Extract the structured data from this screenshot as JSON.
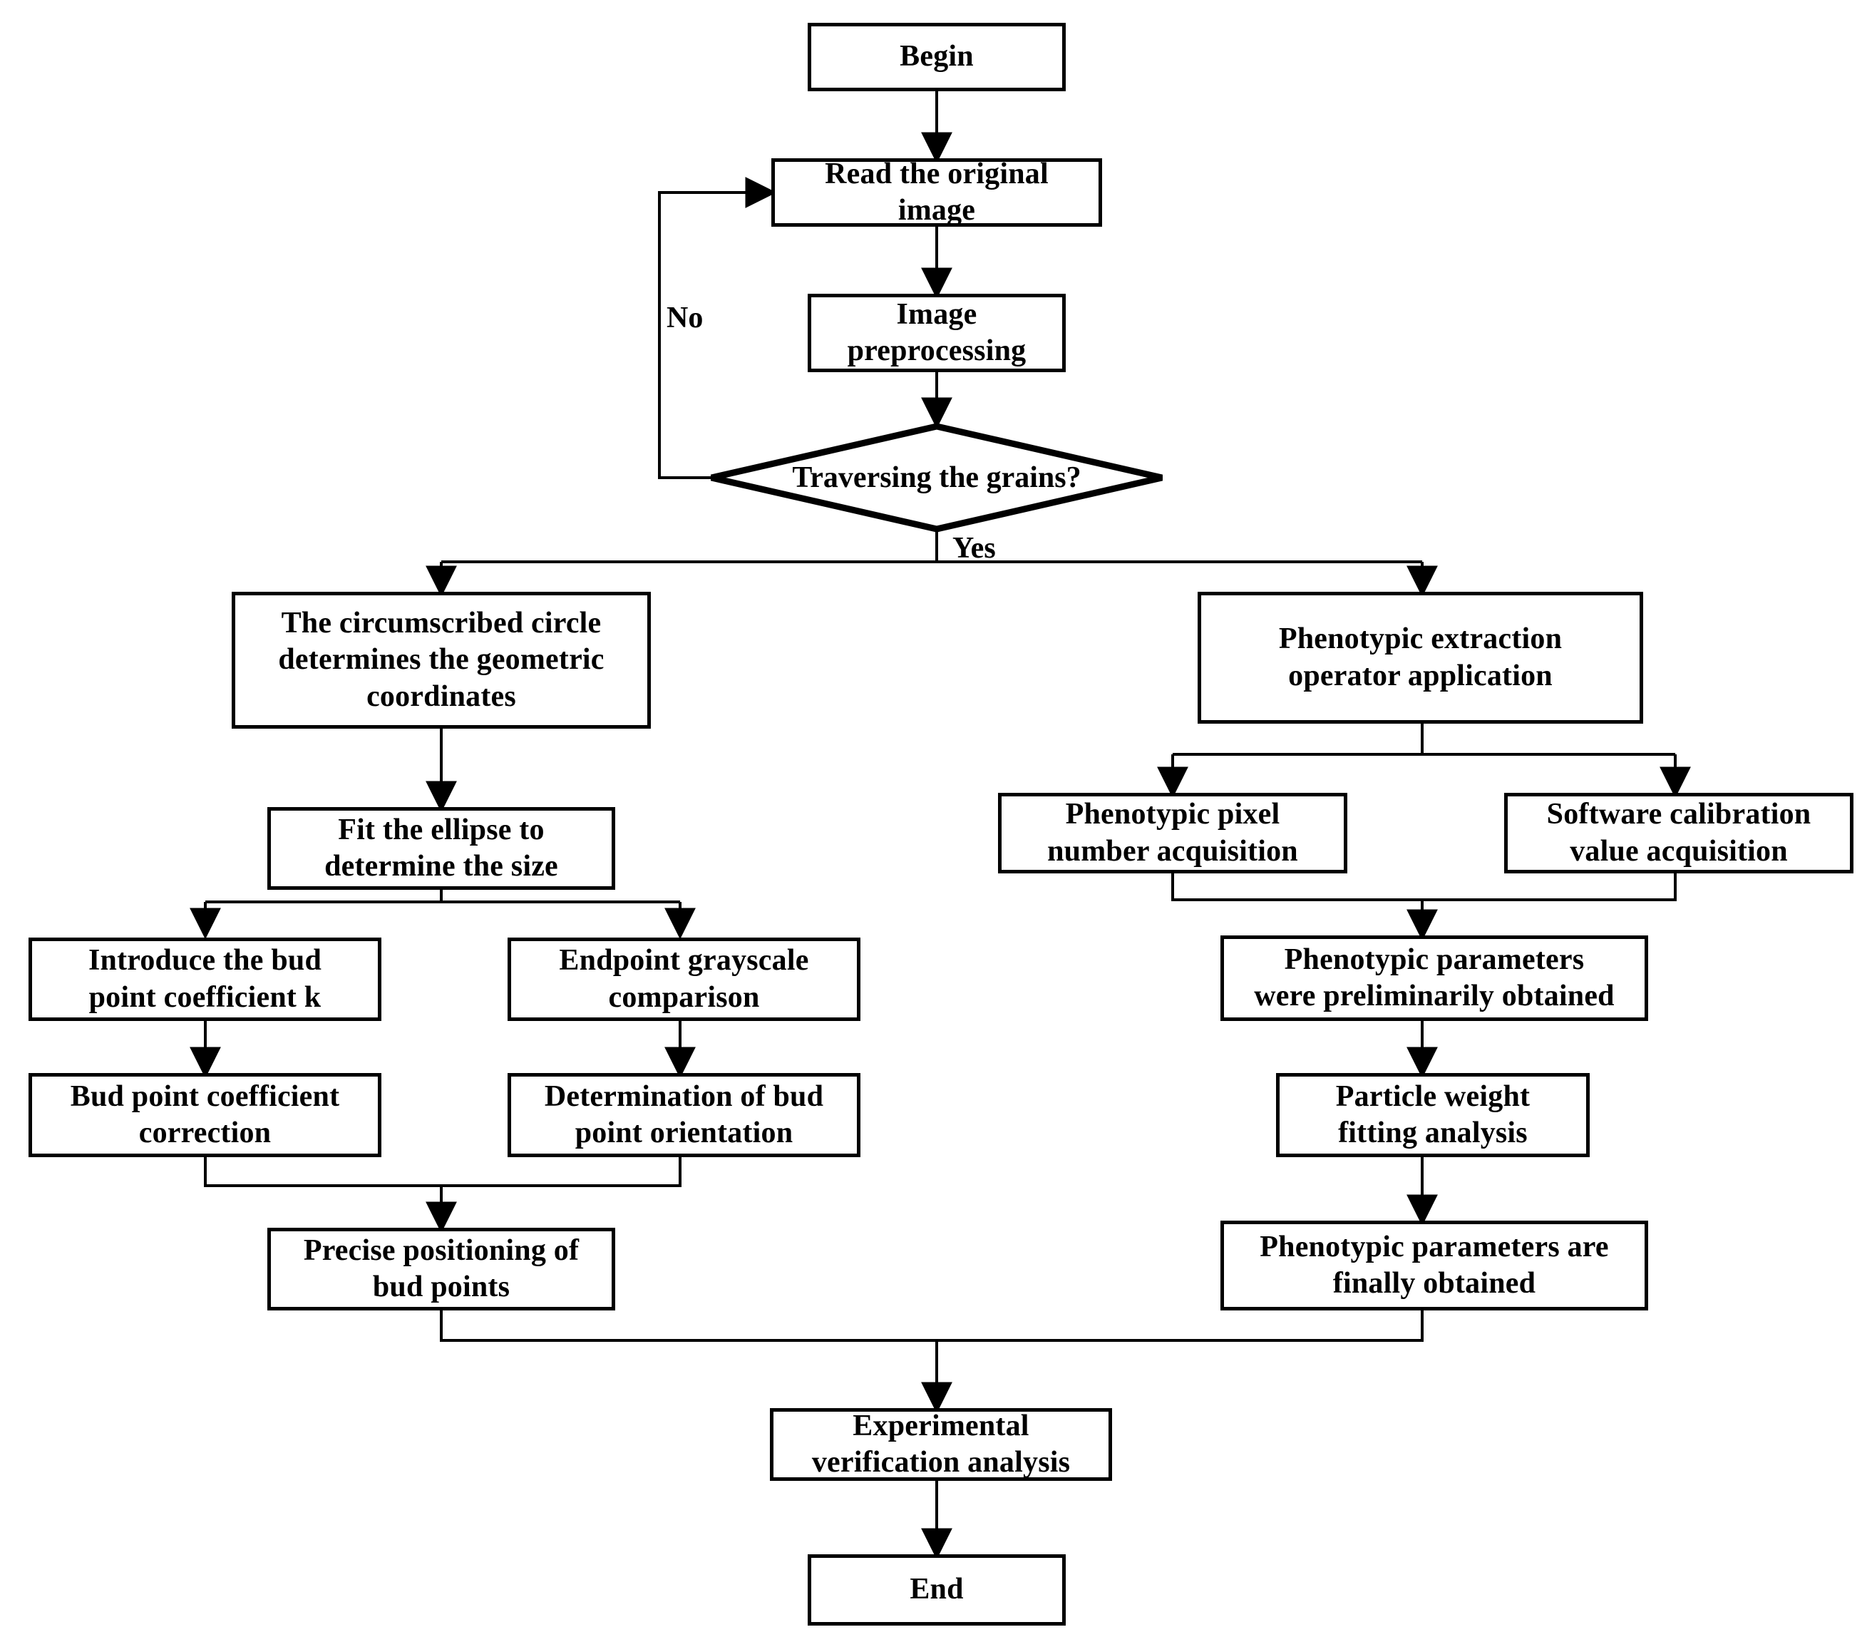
{
  "diagram": {
    "title": "Grain phenotype extraction and bud point positioning flowchart",
    "line_color": "#000000",
    "background_color": "#ffffff",
    "text_color": "#000000"
  },
  "nodes": {
    "begin": "Begin",
    "read_image": "Read the original\nimage",
    "preprocess": "Image\npreprocessing",
    "decision": "Traversing the grains?",
    "circumscribed_circle": "The circumscribed circle\ndetermines the geometric\ncoordinates",
    "phenotypic_extraction": "Phenotypic extraction\noperator application",
    "fit_ellipse": "Fit the ellipse to\ndetermine the size",
    "pixel_number": "Phenotypic pixel\nnumber acquisition",
    "software_calibration": "Software calibration\nvalue acquisition",
    "bud_coefficient_k": "Introduce the bud\npoint coefficient k",
    "endpoint_grayscale": "Endpoint grayscale\ncomparison",
    "params_preliminary": "Phenotypic parameters\nwere preliminarily obtained",
    "bud_coefficient_correction": "Bud point coefficient\ncorrection",
    "bud_point_orientation": "Determination of bud\npoint orientation",
    "particle_weight": "Particle weight\nfitting analysis",
    "precise_positioning": "Precise positioning of\nbud points",
    "params_final": "Phenotypic parameters are\nfinally obtained",
    "experimental_verification": "Experimental\nverification analysis",
    "end": "End"
  },
  "edge_labels": {
    "no": "No",
    "yes": "Yes"
  },
  "edges": [
    {
      "from": "begin",
      "to": "read_image",
      "label": ""
    },
    {
      "from": "read_image",
      "to": "preprocess",
      "label": ""
    },
    {
      "from": "preprocess",
      "to": "decision",
      "label": ""
    },
    {
      "from": "decision",
      "to": "read_image",
      "label": "No"
    },
    {
      "from": "decision",
      "to": "circumscribed_circle",
      "label": "Yes"
    },
    {
      "from": "decision",
      "to": "phenotypic_extraction",
      "label": "Yes"
    },
    {
      "from": "circumscribed_circle",
      "to": "fit_ellipse",
      "label": ""
    },
    {
      "from": "fit_ellipse",
      "to": "bud_coefficient_k",
      "label": ""
    },
    {
      "from": "fit_ellipse",
      "to": "endpoint_grayscale",
      "label": ""
    },
    {
      "from": "bud_coefficient_k",
      "to": "bud_coefficient_correction",
      "label": ""
    },
    {
      "from": "endpoint_grayscale",
      "to": "bud_point_orientation",
      "label": ""
    },
    {
      "from": "bud_coefficient_correction",
      "to": "precise_positioning",
      "label": ""
    },
    {
      "from": "bud_point_orientation",
      "to": "precise_positioning",
      "label": ""
    },
    {
      "from": "phenotypic_extraction",
      "to": "pixel_number",
      "label": ""
    },
    {
      "from": "phenotypic_extraction",
      "to": "software_calibration",
      "label": ""
    },
    {
      "from": "pixel_number",
      "to": "params_preliminary",
      "label": ""
    },
    {
      "from": "software_calibration",
      "to": "params_preliminary",
      "label": ""
    },
    {
      "from": "params_preliminary",
      "to": "particle_weight",
      "label": ""
    },
    {
      "from": "particle_weight",
      "to": "params_final",
      "label": ""
    },
    {
      "from": "precise_positioning",
      "to": "experimental_verification",
      "label": ""
    },
    {
      "from": "params_final",
      "to": "experimental_verification",
      "label": ""
    },
    {
      "from": "experimental_verification",
      "to": "end",
      "label": ""
    }
  ]
}
